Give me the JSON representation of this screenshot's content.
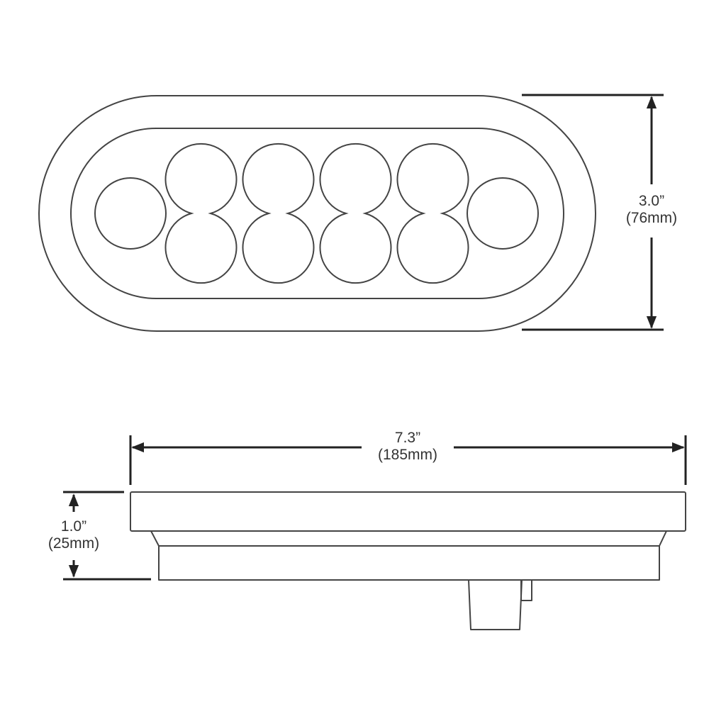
{
  "drawing": {
    "type": "technical-dimension-drawing",
    "views": [
      "front-view",
      "side-view"
    ],
    "line_color": "#444444",
    "dim_color": "#222222",
    "led_count": 10
  },
  "dimensions": {
    "height": {
      "imperial": "3.0”",
      "metric": "(76mm)"
    },
    "width": {
      "imperial": "7.3”",
      "metric": "(185mm)"
    },
    "depth": {
      "imperial": "1.0”",
      "metric": "(25mm)"
    }
  }
}
